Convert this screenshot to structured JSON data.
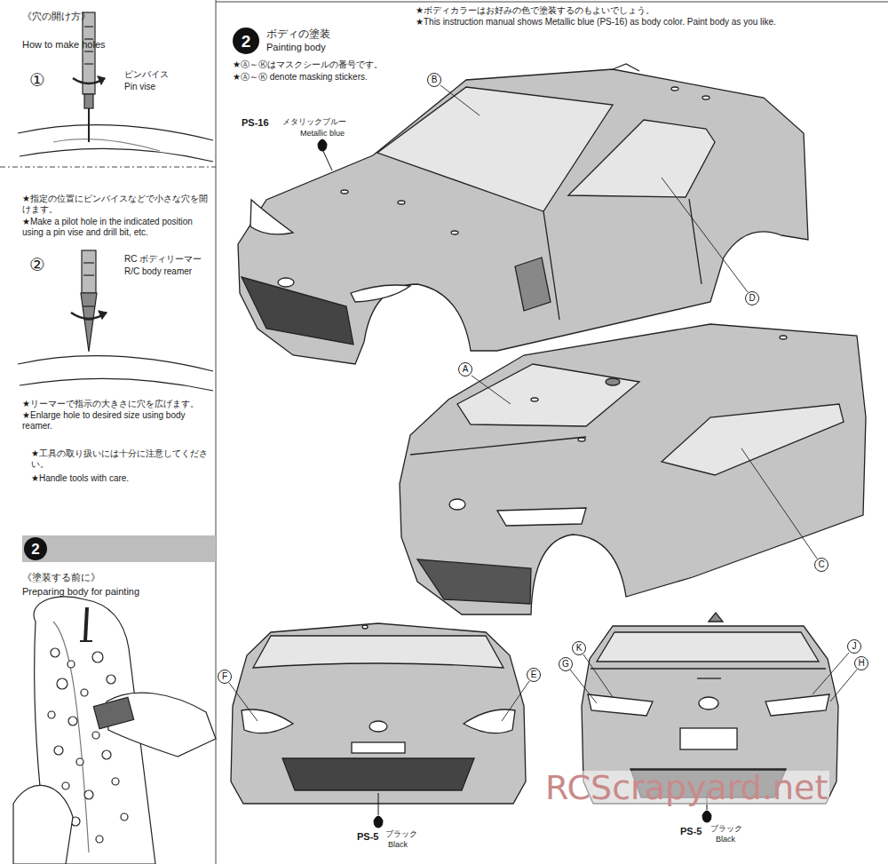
{
  "diagram": {
    "nodes": [
      {
        "text": [
          "2"
        ]
      },
      {
        "text": [
          "2"
        ]
      },
      {
        "text": [
          "B"
        ]
      },
      {
        "text": [
          "D"
        ]
      },
      {
        "text": [
          "A"
        ]
      },
      {
        "text": [
          "C"
        ]
      },
      {
        "text": [
          "F"
        ]
      },
      {
        "text": [
          "E"
        ]
      },
      {
        "text": [
          "K"
        ]
      },
      {
        "text": [
          "G"
        ]
      },
      {
        "text": [
          "J"
        ]
      },
      {
        "text": [
          "H"
        ]
      }
    ],
    "labels": [
      "《穴の開け方》",
      "How to make holes",
      "①",
      "ピンバイス",
      "Pin vise",
      "★指定の位置にピンバイスなどで小さな穴を開けます。",
      "★Make a pilot hole in the indicated position using a pin vise and drill bit, etc.",
      "②",
      "RC ボディリーマー",
      "R/C body reamer",
      "★リーマーで指示の大きさに穴を広げます。",
      "★Enlarge hole to desired size using body reamer.",
      "★工具の取り扱いには十分に注意してください。",
      "★Handle tools with care.",
      "《塗装する前に》",
      "Preparing body for painting",
      "ボディの塗装",
      "Painting body",
      "★Ⓐ～Ⓚはマスクシールの番号です。",
      "★Ⓐ～Ⓚ denote masking stickers.",
      "★ボディカラーはお好みの色で塗装するのもよいでしょう。",
      "★This instruction manual shows Metallic blue (PS-16) as body color. Paint body as you like.",
      "PS-16",
      "メタリックブルー",
      "Metallic blue",
      "PS-5",
      "ブラック",
      "Black",
      "PS-5",
      "ブラック",
      "Black",
      "RCScrapyard.net"
    ]
  }
}
